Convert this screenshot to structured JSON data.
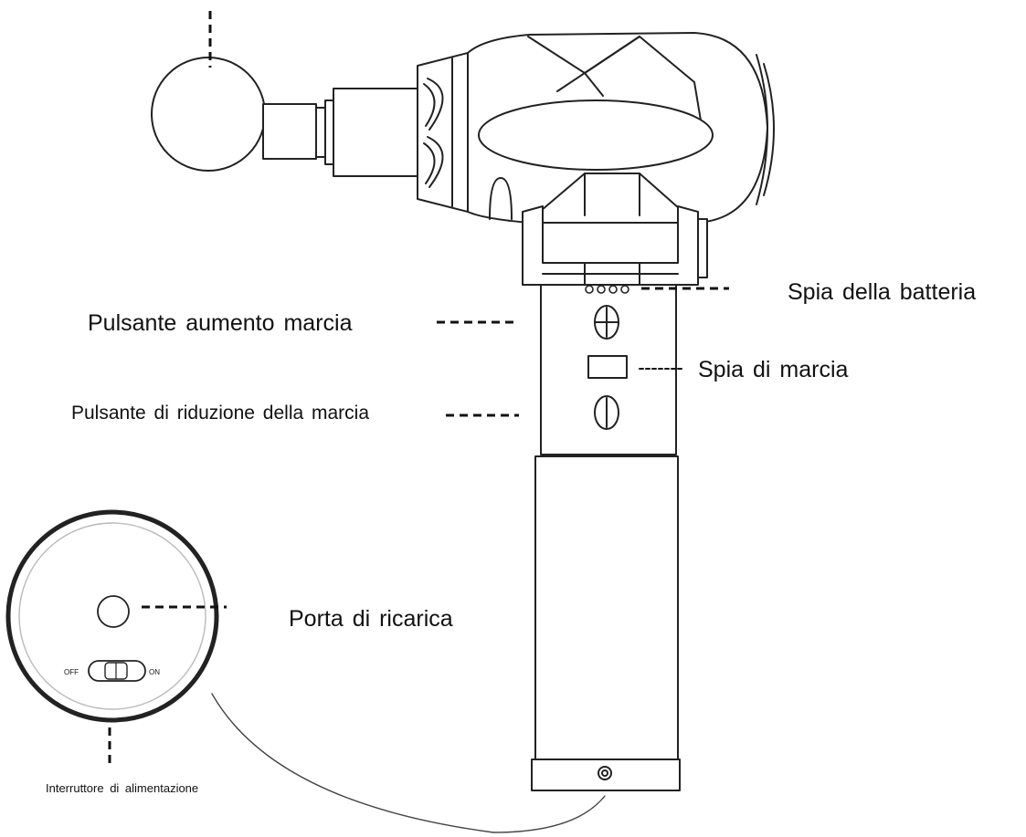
{
  "labels": {
    "battery_indicator": "Spia della batteria",
    "gear_up_button": "Pulsante aumento marcia",
    "gear_indicator": "Spia di marcia",
    "gear_down_button": "Pulsante di riduzione della marcia",
    "charging_port": "Porta di ricarica",
    "power_switch": "Interruttore di alimentazione"
  },
  "switch": {
    "off_label": "OFF",
    "on_label": "ON"
  }
}
